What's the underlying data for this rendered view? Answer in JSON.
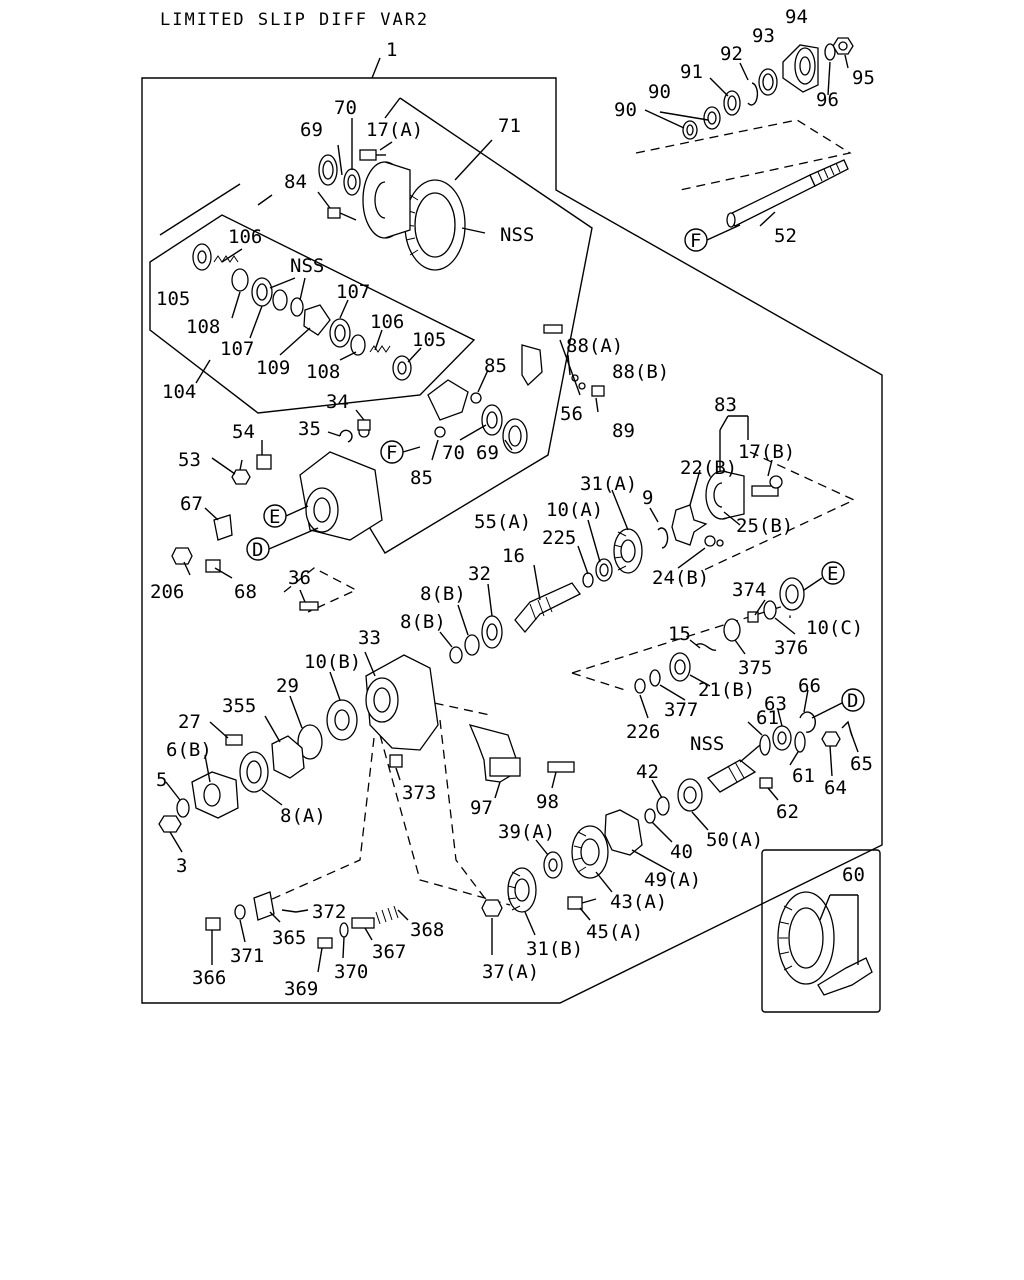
{
  "title": "LIMITED SLIP DIFF VAR2",
  "labels": {
    "l1": "1",
    "l94": "94",
    "l93": "93",
    "l92": "92",
    "l95": "95",
    "l91": "91",
    "l90a": "90",
    "l90b": "90",
    "l96": "96",
    "l52": "52",
    "lF1": "F",
    "l70a": "70",
    "l69a": "69",
    "l17A": "17(A)",
    "l71": "71",
    "l84": "84",
    "lNSS1": "NSS",
    "l106a": "106",
    "lNSS2": "NSS",
    "l105a": "105",
    "l107a": "107",
    "l108a": "108",
    "l107b": "107",
    "l106b": "106",
    "l105b": "105",
    "l109": "109",
    "l108b": "108",
    "l104": "104",
    "l85a": "85",
    "l88A": "88(A)",
    "l88B": "88(B)",
    "l34": "34",
    "l35": "35",
    "l54": "54",
    "l53": "53",
    "lF2": "F",
    "l70b": "70",
    "l69b": "69",
    "l85b": "85",
    "l56": "56",
    "l89": "89",
    "l83": "83",
    "l17B": "17(B)",
    "l22B": "22(B)",
    "l31A": "31(A)",
    "l9": "9",
    "l10A": "10(A)",
    "l67": "67",
    "lE1": "E",
    "lD1": "D",
    "l55A": "55(A)",
    "l225": "225",
    "l25B": "25(B)",
    "l24B": "24(B)",
    "l16": "16",
    "l206": "206",
    "l68": "68",
    "l36": "36",
    "l32": "32",
    "l8B1": "8(B)",
    "l8B2": "8(B)",
    "lE2": "E",
    "l374": "374",
    "l10C": "10(C)",
    "l376": "376",
    "l15": "15",
    "l375": "375",
    "l33": "33",
    "l10B": "10(B)",
    "l29": "29",
    "l355": "355",
    "l21B": "21(B)",
    "l66": "66",
    "lD2": "D",
    "l377": "377",
    "l27": "27",
    "l6B": "6(B)",
    "l61a": "61",
    "l63": "63",
    "l226": "226",
    "lNSS3": "NSS",
    "l61b": "61",
    "l65": "65",
    "l5": "5",
    "l42": "42",
    "l373": "373",
    "l64": "64",
    "l97": "97",
    "l98": "98",
    "l8A": "8(A)",
    "l62": "62",
    "l3": "3",
    "l50A": "50(A)",
    "l39A": "39(A)",
    "l40": "40",
    "l60": "60",
    "l49A": "49(A)",
    "l43A": "43(A)",
    "l372": "372",
    "l368": "368",
    "l45A": "45(A)",
    "l365": "365",
    "l371": "371",
    "l367": "367",
    "l31B": "31(B)",
    "l366": "366",
    "l370": "370",
    "l37A": "37(A)",
    "l369": "369"
  }
}
